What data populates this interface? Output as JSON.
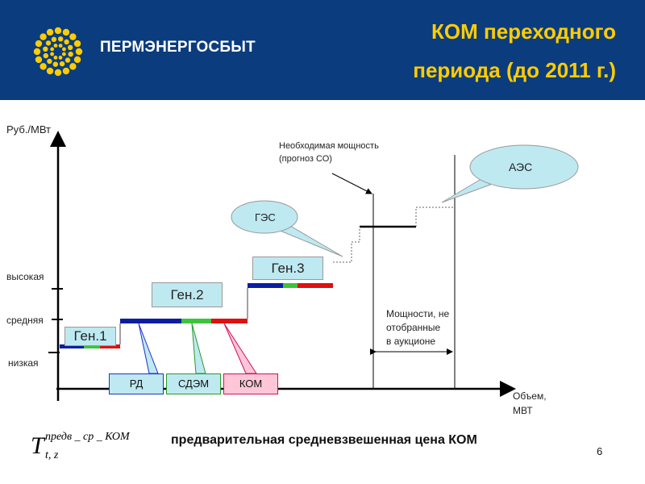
{
  "header": {
    "brand": "ПЕРМЭНЕРГОСБЫТ",
    "title_line1": "КОМ переходного",
    "title_line2": "периода (до 2011 г.)",
    "colors": {
      "background": "#0b3c7e",
      "title": "#ffcc00",
      "logo": "#ffcc00"
    }
  },
  "axes": {
    "y_label": "Руб./МВт",
    "x_label_line1": "Объем,",
    "x_label_line2": "МВТ",
    "price_levels": [
      "высокая",
      "средняя",
      "низкая"
    ]
  },
  "generators": [
    {
      "label": "Ген.1"
    },
    {
      "label": "Ген.2"
    },
    {
      "label": "Ген.3"
    }
  ],
  "bubbles": {
    "hydro": "ГЭС",
    "nuclear": "АЭС"
  },
  "annotations": {
    "required_capacity_line1": "Необходимая мощность",
    "required_capacity_line2": "(прогноз СО)",
    "not_selected_line1": "Мощности, не",
    "not_selected_line2": "отобранные",
    "not_selected_line3": "в аукционе"
  },
  "price_components": [
    {
      "label": "РД",
      "color": "#0a1fa0"
    },
    {
      "label": "СДЭМ",
      "color": "#3cc43c"
    },
    {
      "label": "КОМ",
      "color": "#e01010"
    }
  ],
  "formula": {
    "base": "T",
    "superscript": "предв _ ср _ КОМ",
    "subscript": "t, z"
  },
  "caption": "предварительная средневзвешенная цена КОМ",
  "page_number": "6"
}
